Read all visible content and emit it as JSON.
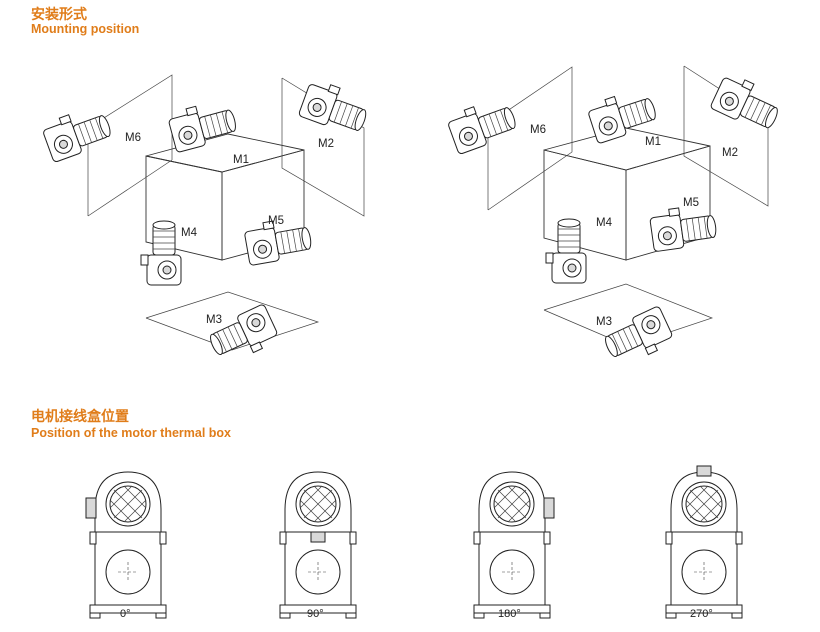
{
  "mounting": {
    "title_cn": "安装形式",
    "title_en": "Mounting position",
    "labels": [
      "M1",
      "M2",
      "M3",
      "M4",
      "M5",
      "M6"
    ]
  },
  "thermal_box": {
    "title_cn": "电机接线盒位置",
    "title_en": "Position of the motor thermal box",
    "angles": [
      "0°",
      "90°",
      "180°",
      "270°"
    ]
  },
  "accent_color": "#e07d1a"
}
